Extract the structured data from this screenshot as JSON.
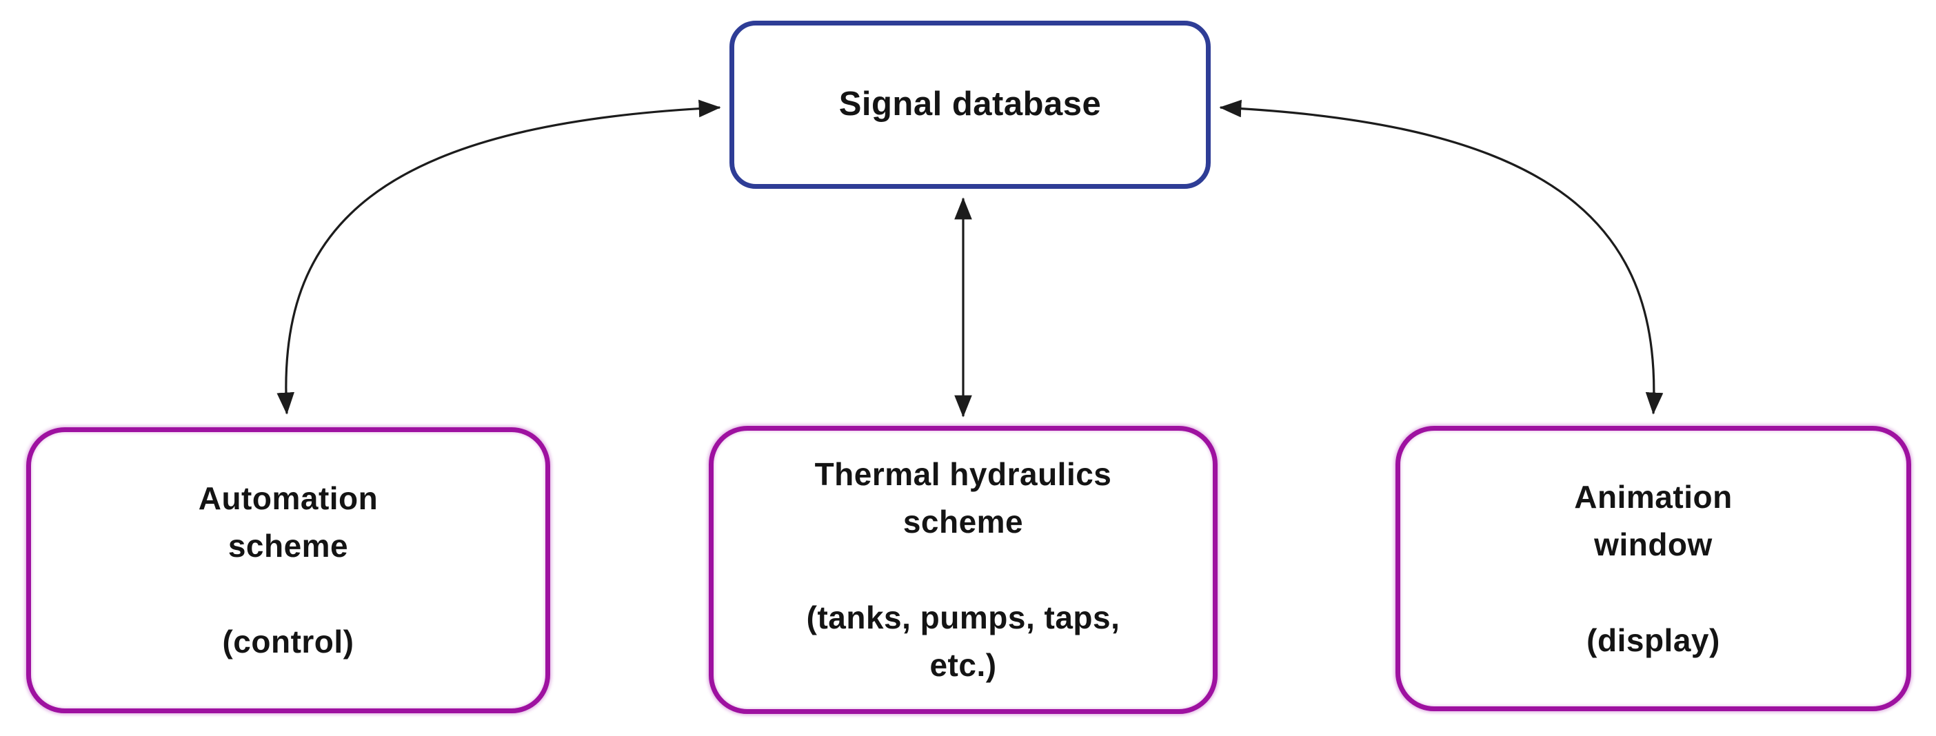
{
  "colors": {
    "background": "#ffffff",
    "signal_border": "#2e3d96",
    "scheme_border": "#9e11a0",
    "arrow": "#1c1c1c",
    "text": "#141414"
  },
  "nodes": {
    "signal_database": {
      "title": "Signal database"
    },
    "automation_scheme": {
      "title": "Automation\nscheme",
      "subtitle": "(control)"
    },
    "thermal_hydraulics": {
      "title": "Thermal hydraulics\nscheme",
      "subtitle": "(tanks, pumps, taps,\netc.)"
    },
    "animation_window": {
      "title": "Animation\nwindow",
      "subtitle": "(display)"
    }
  },
  "edges": [
    {
      "from": "automation_scheme",
      "to": "signal_database",
      "bidirectional": true,
      "shape": "curve"
    },
    {
      "from": "thermal_hydraulics",
      "to": "signal_database",
      "bidirectional": true,
      "shape": "line"
    },
    {
      "from": "animation_window",
      "to": "signal_database",
      "bidirectional": true,
      "shape": "curve"
    }
  ]
}
